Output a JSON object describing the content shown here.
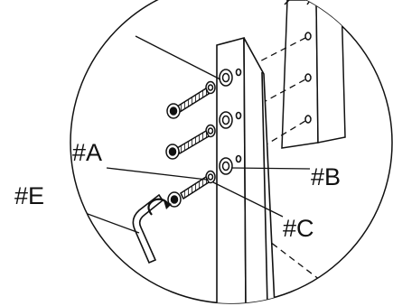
{
  "labels": {
    "a": "#A",
    "b": "#B",
    "c": "#C",
    "e": "#E"
  },
  "colors": {
    "line": "#111111",
    "background": "#ffffff"
  }
}
